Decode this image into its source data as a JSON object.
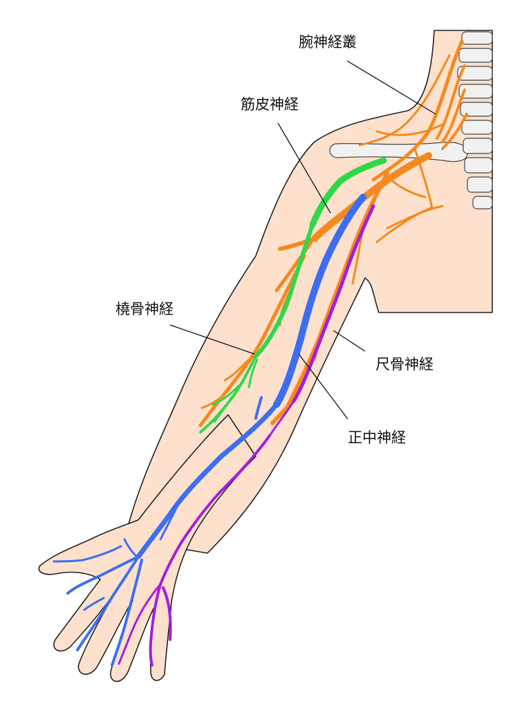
{
  "labels": {
    "brachial_plexus": "腕神経叢",
    "musculocutaneous": "筋皮神経",
    "radial": "橈骨神経",
    "ulnar": "尺骨神経",
    "median": "正中神経"
  },
  "colors": {
    "skin": "#fde1cc",
    "outline": "#222222",
    "plexus_radial": "#f5891f",
    "musculocutaneous": "#2fd84a",
    "median": "#3d6ef2",
    "ulnar": "#a51ed9",
    "bone": "#f1f1f1"
  }
}
